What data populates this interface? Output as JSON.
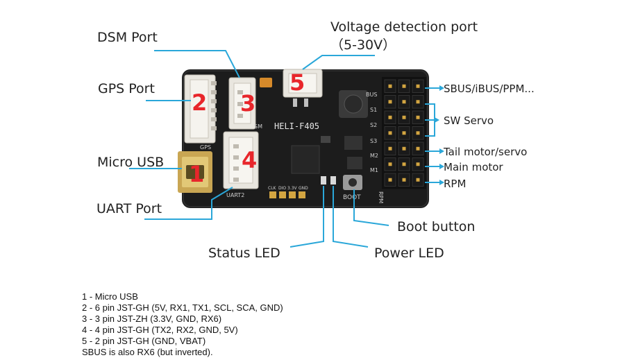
{
  "labels": {
    "dsm_port": "DSM Port",
    "gps_port": "GPS Port",
    "micro_usb": "Micro USB",
    "uart_port": "UART Port",
    "voltage_port_line1": "Voltage detection port",
    "voltage_port_line2": "（5-30V）",
    "sbus": "SBUS/iBUS/PPM...",
    "sw_servo": "SW Servo",
    "tail_motor": "Tail motor/servo",
    "main_motor": "Main motor",
    "rpm": "RPM",
    "boot_button": "Boot button",
    "status_led": "Status LED",
    "power_led": "Power LED"
  },
  "board": {
    "name": "HELI-F405",
    "silkscreen": {
      "gps": "GPS",
      "sm": "SM",
      "uart2": "UART2",
      "boot": "BOOT",
      "rpm": "RPM",
      "pads": [
        "CLK",
        "DIO",
        "3.3V",
        "GND"
      ],
      "pins": [
        "BUS",
        "S1",
        "S2",
        "S3",
        "M2",
        "M1"
      ]
    },
    "numbers": [
      "1",
      "2",
      "3",
      "4",
      "5"
    ]
  },
  "notes": [
    "1 - Micro USB",
    "2 - 6 pin JST-GH (5V, RX1, TX1, SCL, SCA, GND)",
    "3 - 3 pin JST-ZH (3.3V, GND, RX6)",
    "4 - 4 pin JST-GH (TX2, RX2, GND, 5V)",
    "5 - 2 pin JST-GH (GND, VBAT)",
    "SBUS is also RX6 (but inverted)."
  ],
  "colors": {
    "board": "#1c1c1c",
    "leader_line": "#2aa7d9",
    "number_red": "#e8262b",
    "connector": "#e9e6df",
    "header_pin": "#d3a541"
  }
}
